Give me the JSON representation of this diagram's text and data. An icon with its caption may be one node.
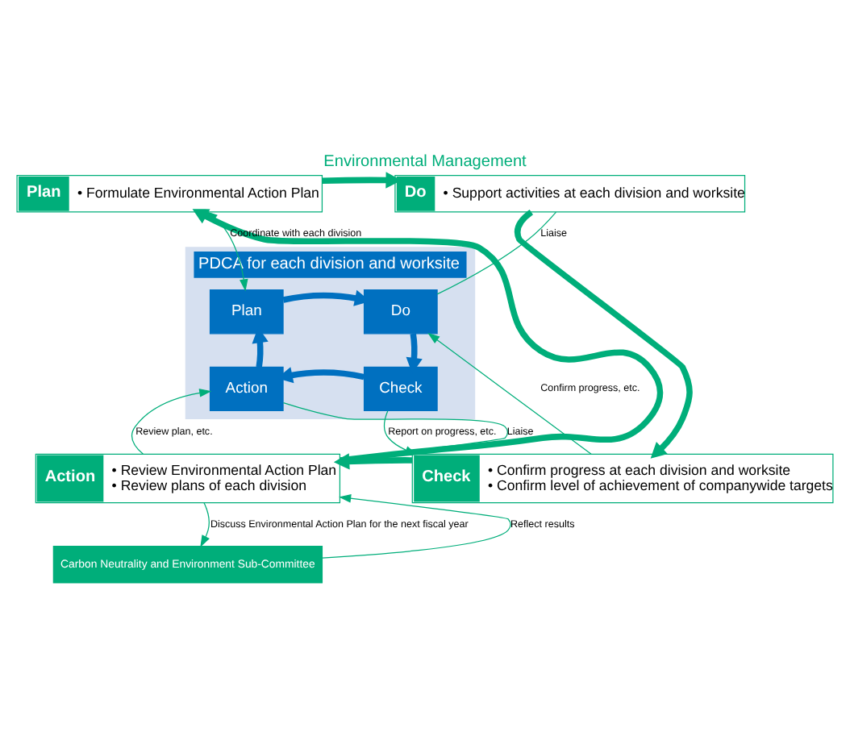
{
  "diagram": {
    "title": "Environmental Management",
    "nodes": [
      {
        "text": [
          "Plan",
          "• Formulate Environmental Action Plan"
        ]
      },
      {
        "text": [
          "Do",
          "• Support activities at each division and worksite"
        ]
      },
      {
        "text": [
          "Check",
          "• Confirm progress at each division and worksite",
          "• Confirm level of achievement of companywide targets"
        ]
      },
      {
        "text": [
          "Action",
          "• Review Environmental Action Plan",
          "• Review plans of each division"
        ]
      },
      {
        "text": [
          "PDCA for each division and worksite"
        ]
      },
      {
        "text": [
          "Plan"
        ],
        "in": 4
      },
      {
        "text": [
          "Do"
        ],
        "in": 4
      },
      {
        "text": [
          "Check"
        ],
        "in": 4
      },
      {
        "text": [
          "Action"
        ],
        "in": 4
      },
      {
        "text": [
          "Carbon Neutrality and Environment Sub-Committee"
        ]
      }
    ],
    "edges": [
      {
        "from": 0,
        "to": 1,
        "arrow": "to",
        "style": "thick"
      },
      {
        "from": 1,
        "to": 2,
        "arrow": "to",
        "style": "thick"
      },
      {
        "from": 2,
        "to": 3,
        "arrow": "to",
        "style": "thick"
      },
      {
        "from": 3,
        "to": 0,
        "arrow": "to",
        "style": "thick"
      },
      {
        "from": 5,
        "to": 6,
        "arrow": "to",
        "style": "thick",
        "color": "#0070c0"
      },
      {
        "from": 6,
        "to": 7,
        "arrow": "to",
        "style": "thick",
        "color": "#0070c0"
      },
      {
        "from": 7,
        "to": 8,
        "arrow": "to",
        "style": "thick",
        "color": "#0070c0"
      },
      {
        "from": 8,
        "to": 5,
        "arrow": "to",
        "style": "thick",
        "color": "#0070c0"
      },
      {
        "from": 5,
        "to": 0,
        "arrow": "both",
        "label": "Coordinate with each division"
      },
      {
        "from": 1,
        "to": 6,
        "arrow": "none",
        "label": "Liaise"
      },
      {
        "from": 2,
        "to": 6,
        "arrow": "to",
        "label": "Confirm progress, etc."
      },
      {
        "from": 7,
        "to": 2,
        "arrow": "to",
        "label": "Report on progress, etc."
      },
      {
        "from": 3,
        "to": 8,
        "arrow": "to",
        "label": "Review plan, etc."
      },
      {
        "from": 8,
        "to": 3,
        "arrow": "none",
        "label": "Liaise"
      },
      {
        "from": 9,
        "to": 3,
        "arrow": "to",
        "label": "Reflect results"
      },
      {
        "from": 3,
        "to": 9,
        "arrow": "to",
        "label": "Discuss Environmental Action Plan for the next fiscal year"
      }
    ]
  }
}
